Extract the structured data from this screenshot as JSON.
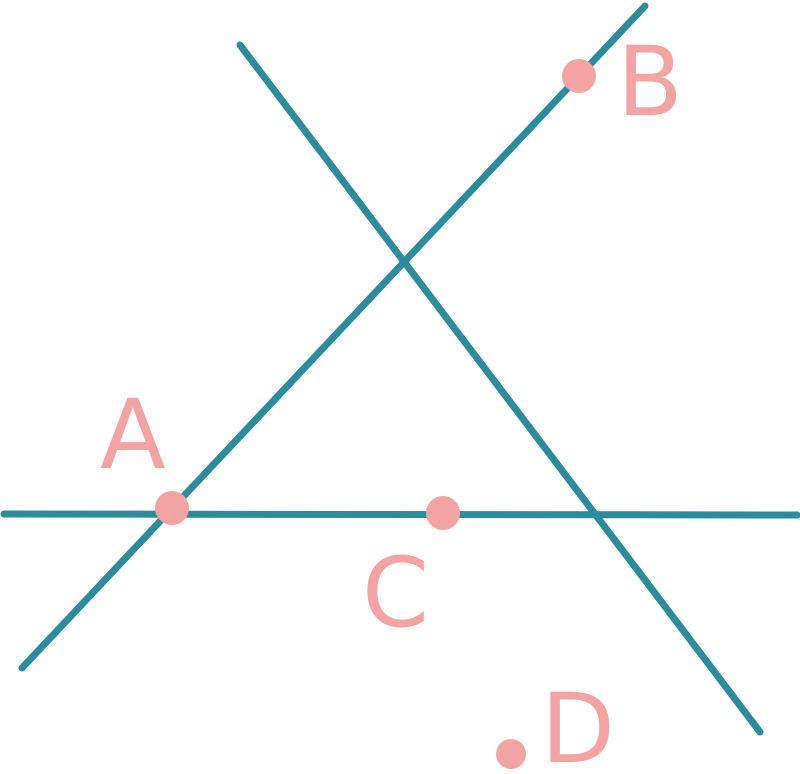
{
  "colors": {
    "line": "#2a8c9c",
    "point": "#f4a3a3",
    "background": "#ffffff"
  },
  "points": {
    "A": {
      "label": "A"
    },
    "B": {
      "label": "B"
    },
    "C": {
      "label": "C"
    },
    "D": {
      "label": "D"
    }
  }
}
